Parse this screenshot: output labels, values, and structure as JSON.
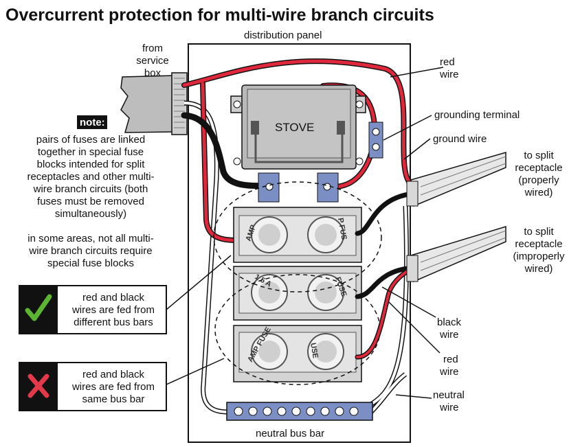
{
  "title": "Overcurrent protection for multi-wire branch circuits",
  "panel_label": "distribution panel",
  "service_label": [
    "from",
    "service",
    "box"
  ],
  "note_badge": "note:",
  "note_lines": [
    "pairs of fuses are linked",
    "together in special fuse",
    "blocks intended for split",
    "receptacles and other multi-",
    "wire branch circuits (both",
    "fuses must be removed",
    "simultaneously)"
  ],
  "areas_lines": [
    "in some areas, not all multi-",
    "wire branch circuits require",
    "special fuse blocks"
  ],
  "correct_box_lines": [
    "red and black",
    "wires are fed from",
    "different bus bars"
  ],
  "wrong_box_lines": [
    "red and black",
    "wires are fed from",
    "same bus bar"
  ],
  "stove_label": "STOVE",
  "red_wire_top": [
    "red",
    "wire"
  ],
  "grounding_terminal": "grounding terminal",
  "ground_wire": "ground wire",
  "split_proper": [
    "to split",
    "receptacle",
    "(properly",
    "wired)"
  ],
  "split_improper": [
    "to split",
    "receptacle",
    "(improperly",
    "wired)"
  ],
  "black_wire": [
    "black",
    "wire"
  ],
  "red_wire_bottom": [
    "red",
    "wire"
  ],
  "neutral_wire": [
    "neutral",
    "wire"
  ],
  "neutral_bus_bar": "neutral bus bar",
  "fuse_texts": {
    "row1_left": "AMP",
    "row1_right": "P FUS",
    "row2_left": "1 5 A",
    "row2_right": "FUSE",
    "row3_left": "AMP FUSE",
    "row3_right": "USE"
  },
  "colors": {
    "red_wire": "#e0283c",
    "black_wire": "#111111",
    "bus_bar": "#7c8fc4",
    "check": "#5cb531",
    "cross": "#e23a4a",
    "fuse_block": "#d4d4d4",
    "stove": "#b9b9b9"
  }
}
